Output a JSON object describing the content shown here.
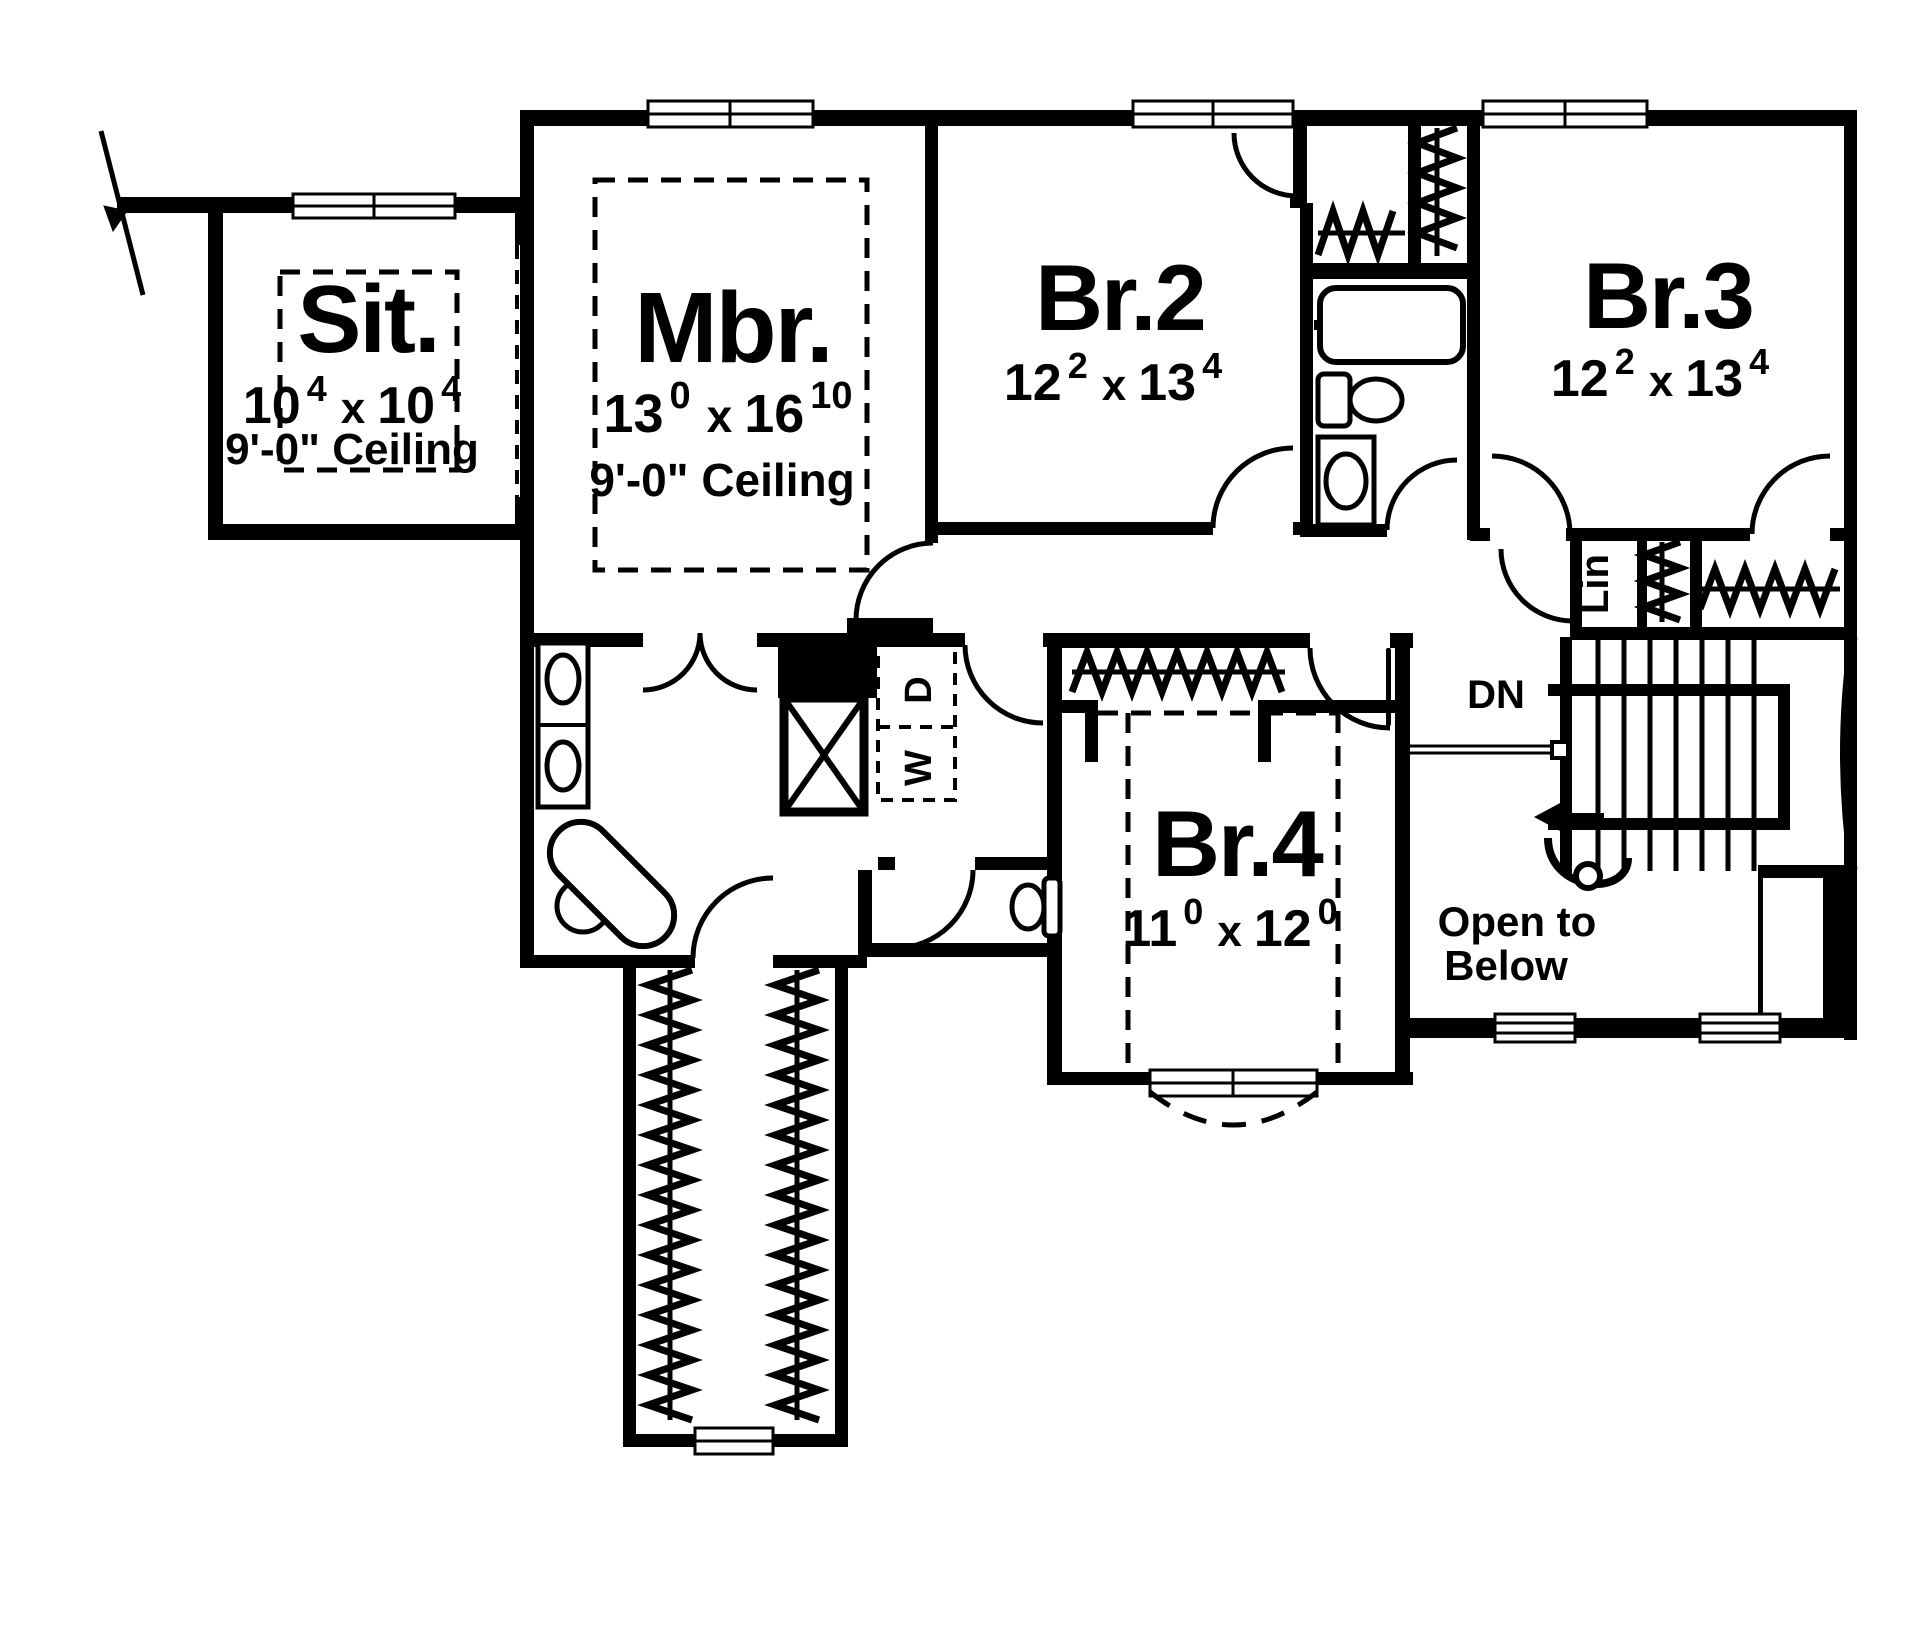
{
  "plan": {
    "colors": {
      "ink": "#000000",
      "paper": "#ffffff"
    },
    "rooms": {
      "sit": {
        "name": "Sit.",
        "dim_a": "10",
        "dim_a_sup": "4",
        "dim_sep": "x",
        "dim_b": "10",
        "dim_b_sup": "4",
        "ceiling": "9'-0\" Ceiling"
      },
      "mbr": {
        "name": "Mbr.",
        "dim_a": "13",
        "dim_a_sup": "0",
        "dim_sep": "x",
        "dim_b": "16",
        "dim_b_sup": "10",
        "ceiling": "9'-0\" Ceiling"
      },
      "br2": {
        "name": "Br.2",
        "dim_a": "12",
        "dim_a_sup": "2",
        "dim_sep": "x",
        "dim_b": "13",
        "dim_b_sup": "4"
      },
      "br3": {
        "name": "Br.3",
        "dim_a": "12",
        "dim_a_sup": "2",
        "dim_sep": "x",
        "dim_b": "13",
        "dim_b_sup": "4"
      },
      "br4": {
        "name": "Br.4",
        "dim_a": "11",
        "dim_a_sup": "0",
        "dim_sep": "x",
        "dim_b": "12",
        "dim_b_sup": "0"
      }
    },
    "labels": {
      "down": "DN",
      "open_below_line1": "Open to",
      "open_below_line2": "Below",
      "linen": "Lin",
      "washer": "W",
      "dryer": "D"
    }
  }
}
